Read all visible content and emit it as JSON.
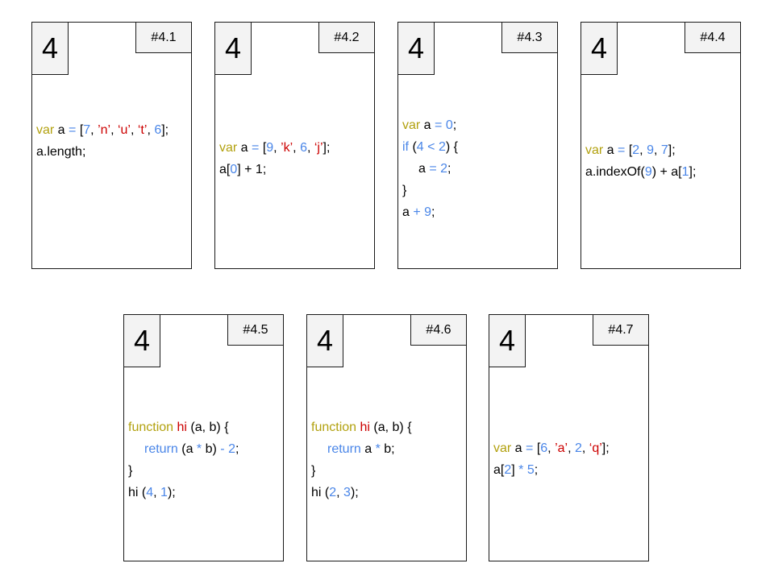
{
  "colors": {
    "keyword": "#b2a10f",
    "number": "#4a86e8",
    "string": "#cc0000",
    "text": "#000000",
    "badge_fill": "#f3f3f3"
  },
  "cards": [
    {
      "value": "4",
      "id": "#4.1",
      "code": [
        [
          [
            "kw",
            "var"
          ],
          [
            "p",
            " a "
          ],
          [
            "op",
            "="
          ],
          [
            "p",
            " ["
          ],
          [
            "n",
            "7"
          ],
          [
            "p",
            ", "
          ],
          [
            "s",
            "’n’"
          ],
          [
            "p",
            ", "
          ],
          [
            "s",
            "‘u’"
          ],
          [
            "p",
            ", "
          ],
          [
            "s",
            "‘t’"
          ],
          [
            "p",
            ", "
          ],
          [
            "n",
            "6"
          ],
          [
            "p",
            "];"
          ]
        ],
        [
          [
            "p",
            "a.length;"
          ]
        ]
      ]
    },
    {
      "value": "4",
      "id": "#4.2",
      "code": [
        [
          [
            "kw",
            "var"
          ],
          [
            "p",
            " a "
          ],
          [
            "op",
            "="
          ],
          [
            "p",
            " ["
          ],
          [
            "n",
            "9"
          ],
          [
            "p",
            ", "
          ],
          [
            "s",
            "’k’"
          ],
          [
            "p",
            ", "
          ],
          [
            "n",
            "6"
          ],
          [
            "p",
            ", "
          ],
          [
            "s",
            "‘j’"
          ],
          [
            "p",
            "];"
          ]
        ],
        [
          [
            "p",
            "a["
          ],
          [
            "n",
            "0"
          ],
          [
            "p",
            "] + 1;"
          ]
        ]
      ]
    },
    {
      "value": "4",
      "id": "#4.3",
      "code": [
        [
          [
            "kw",
            "var"
          ],
          [
            "p",
            " a "
          ],
          [
            "op",
            "="
          ],
          [
            "p",
            " "
          ],
          [
            "n",
            "0"
          ],
          [
            "p",
            ";"
          ]
        ],
        [
          [
            "op",
            "if"
          ],
          [
            "p",
            " ("
          ],
          [
            "n",
            "4"
          ],
          [
            "p",
            " "
          ],
          [
            "op",
            "<"
          ],
          [
            "p",
            " "
          ],
          [
            "n",
            "2"
          ],
          [
            "p",
            ") {"
          ]
        ],
        [
          [
            "indent",
            ""
          ],
          [
            "p",
            "a "
          ],
          [
            "op",
            "="
          ],
          [
            "p",
            " "
          ],
          [
            "n",
            "2"
          ],
          [
            "p",
            ";"
          ]
        ],
        [
          [
            "p",
            "}"
          ]
        ],
        [
          [
            "p",
            "a "
          ],
          [
            "op",
            "+"
          ],
          [
            "p",
            " "
          ],
          [
            "n",
            "9"
          ],
          [
            "p",
            ";"
          ]
        ]
      ]
    },
    {
      "value": "4",
      "id": "#4.4",
      "code": [
        [
          [
            "kw",
            "var"
          ],
          [
            "p",
            " a "
          ],
          [
            "op",
            "="
          ],
          [
            "p",
            " ["
          ],
          [
            "n",
            "2"
          ],
          [
            "p",
            ", "
          ],
          [
            "n",
            "9"
          ],
          [
            "p",
            ", "
          ],
          [
            "n",
            "7"
          ],
          [
            "p",
            "];"
          ]
        ],
        [
          [
            "p",
            "a.indexOf("
          ],
          [
            "n",
            "9"
          ],
          [
            "p",
            ") + a["
          ],
          [
            "n",
            "1"
          ],
          [
            "p",
            "];"
          ]
        ]
      ]
    },
    {
      "value": "4",
      "id": "#4.5",
      "code": [
        [
          [
            "kw",
            "function"
          ],
          [
            "p",
            " "
          ],
          [
            "s",
            "hi"
          ],
          [
            "p",
            " (a, b) {"
          ]
        ],
        [
          [
            "indent",
            ""
          ],
          [
            "op",
            "return"
          ],
          [
            "p",
            " (a "
          ],
          [
            "op",
            "*"
          ],
          [
            "p",
            " b) "
          ],
          [
            "op",
            "-"
          ],
          [
            "p",
            " "
          ],
          [
            "n",
            "2"
          ],
          [
            "p",
            ";"
          ]
        ],
        [
          [
            "p",
            "}"
          ]
        ],
        [
          [
            "p",
            "hi ("
          ],
          [
            "n",
            "4"
          ],
          [
            "p",
            ", "
          ],
          [
            "n",
            "1"
          ],
          [
            "p",
            ");"
          ]
        ]
      ]
    },
    {
      "value": "4",
      "id": "#4.6",
      "code": [
        [
          [
            "kw",
            "function"
          ],
          [
            "p",
            " "
          ],
          [
            "s",
            "hi"
          ],
          [
            "p",
            " (a, b) {"
          ]
        ],
        [
          [
            "indent",
            ""
          ],
          [
            "op",
            "return"
          ],
          [
            "p",
            " a "
          ],
          [
            "op",
            "*"
          ],
          [
            "p",
            " b;"
          ]
        ],
        [
          [
            "p",
            "}"
          ]
        ],
        [
          [
            "p",
            "hi ("
          ],
          [
            "n",
            "2"
          ],
          [
            "p",
            ", "
          ],
          [
            "n",
            "3"
          ],
          [
            "p",
            ");"
          ]
        ]
      ]
    },
    {
      "value": "4",
      "id": "#4.7",
      "code": [
        [
          [
            "kw",
            "var"
          ],
          [
            "p",
            " a "
          ],
          [
            "op",
            "="
          ],
          [
            "p",
            " ["
          ],
          [
            "n",
            "6"
          ],
          [
            "p",
            ", "
          ],
          [
            "s",
            "’a’"
          ],
          [
            "p",
            ", "
          ],
          [
            "n",
            "2"
          ],
          [
            "p",
            ", "
          ],
          [
            "s",
            "‘q’"
          ],
          [
            "p",
            "];"
          ]
        ],
        [
          [
            "p",
            "a["
          ],
          [
            "n",
            "2"
          ],
          [
            "p",
            "] "
          ],
          [
            "op",
            "*"
          ],
          [
            "p",
            " "
          ],
          [
            "n",
            "5"
          ],
          [
            "p",
            ";"
          ]
        ]
      ]
    }
  ]
}
